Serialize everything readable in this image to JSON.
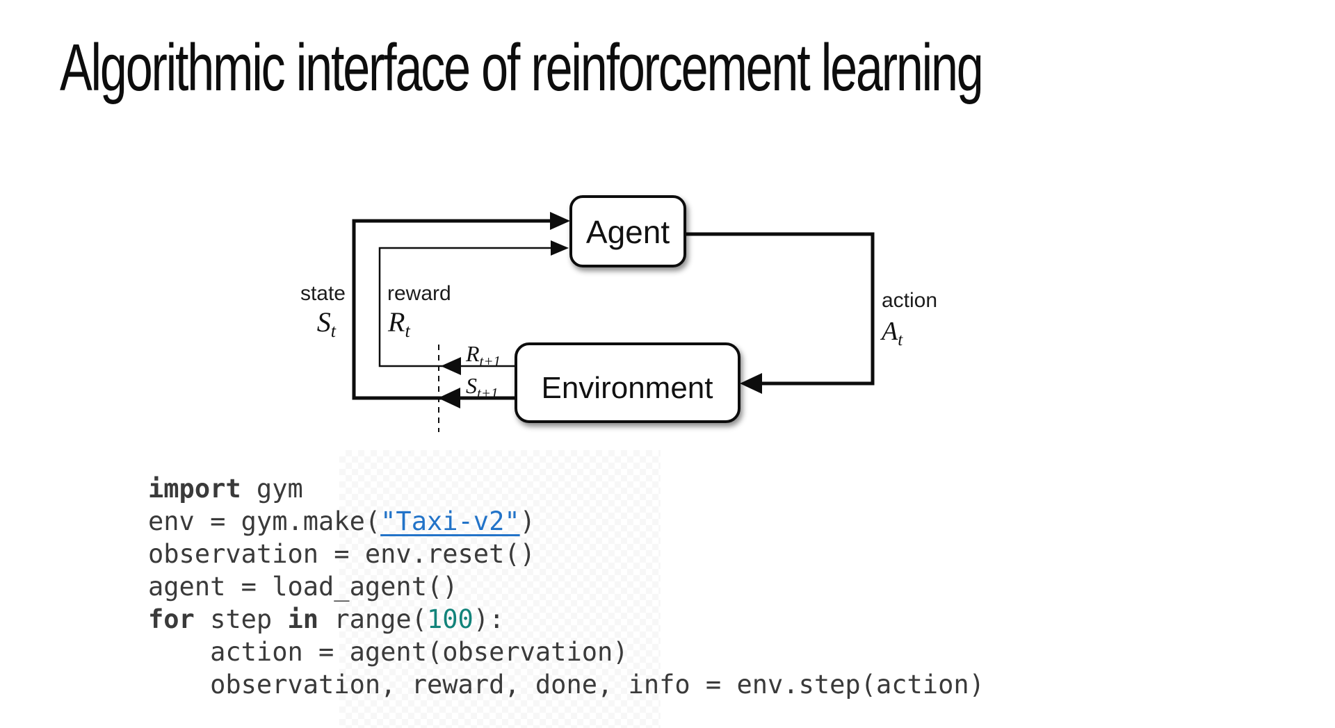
{
  "slide": {
    "title": "Algorithmic interface of reinforcement learning"
  },
  "colors": {
    "title_text": "#0d0d0d",
    "diagram_line": "#0d0d0d",
    "code_text": "#3a3a3a",
    "link_blue": "#2273c8",
    "number_teal": "#12837a"
  },
  "diagram": {
    "agent_label": "Agent",
    "environment_label": "Environment",
    "state": {
      "label": "state",
      "symbol": "S",
      "sub": "t"
    },
    "reward": {
      "label": "reward",
      "symbol": "R",
      "sub": "t"
    },
    "action": {
      "label": "action",
      "symbol": "A",
      "sub": "t"
    },
    "next_reward": {
      "symbol": "R",
      "sub": "t+1"
    },
    "next_state": {
      "symbol": "S",
      "sub": "t+1"
    }
  },
  "code": {
    "lines": [
      {
        "tokens": [
          {
            "t": "import",
            "s": "kw",
            "name": "keyword-import"
          },
          {
            "t": " gym",
            "s": "plain",
            "name": "code-token"
          }
        ]
      },
      {
        "tokens": [
          {
            "t": "env = gym.make(",
            "s": "plain",
            "name": "code-token"
          },
          {
            "t": "\"Taxi-v2\"",
            "s": "link",
            "name": "taxi-v2-link"
          },
          {
            "t": ")",
            "s": "plain",
            "name": "code-token"
          }
        ]
      },
      {
        "tokens": [
          {
            "t": "observation = env.reset()",
            "s": "plain",
            "name": "code-token"
          }
        ]
      },
      {
        "tokens": [
          {
            "t": "agent = load_agent()",
            "s": "plain",
            "name": "code-token"
          }
        ]
      },
      {
        "tokens": [
          {
            "t": "for",
            "s": "kw",
            "name": "keyword-for"
          },
          {
            "t": " step ",
            "s": "plain",
            "name": "code-token"
          },
          {
            "t": "in",
            "s": "kw",
            "name": "keyword-in"
          },
          {
            "t": " range(",
            "s": "plain",
            "name": "code-token"
          },
          {
            "t": "100",
            "s": "num",
            "name": "number-literal"
          },
          {
            "t": "):",
            "s": "plain",
            "name": "code-token"
          }
        ]
      },
      {
        "tokens": [
          {
            "t": "    action = agent(observation)",
            "s": "plain",
            "name": "code-token"
          }
        ]
      },
      {
        "tokens": [
          {
            "t": "    observation, reward, done, info = env.step(action)",
            "s": "plain",
            "name": "code-token"
          }
        ]
      }
    ]
  }
}
